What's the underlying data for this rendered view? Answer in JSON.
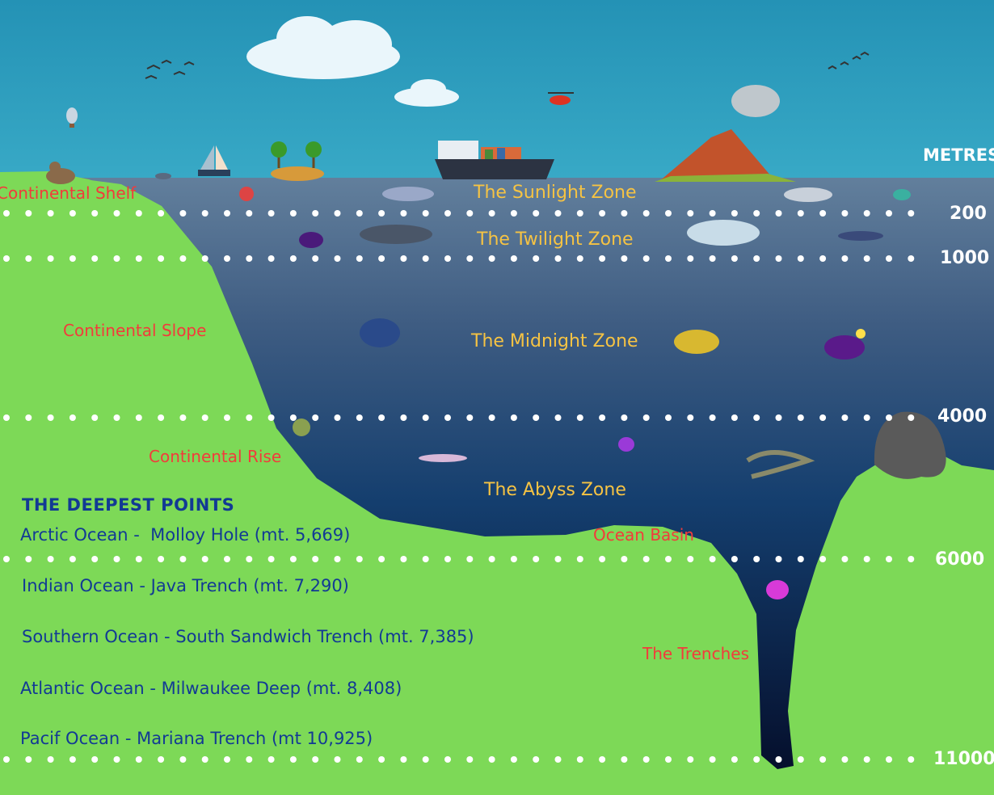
{
  "axis": {
    "unit_label": "METRES",
    "depths": [
      "200",
      "1000",
      "4000",
      "6000",
      "11000"
    ]
  },
  "zones": [
    {
      "name": "The Sunlight Zone"
    },
    {
      "name": "The Twilight Zone"
    },
    {
      "name": "The Midnight Zone"
    },
    {
      "name": "The Abyss Zone"
    }
  ],
  "landforms": [
    {
      "name": "Continental Shelf"
    },
    {
      "name": "Continental Slope"
    },
    {
      "name": "Continental Rise"
    },
    {
      "name": "Ocean Basin"
    },
    {
      "name": "The Trenches"
    }
  ],
  "deepest_points": {
    "title": "THE DEEPEST POINTS",
    "items": [
      "Arctic Ocean -  Molloy Hole (mt. 5,669)",
      "Indian Ocean - Java Trench (mt. 7,290)",
      "Southern Ocean - South Sandwich Trench (mt. 7,385)",
      "Atlantic Ocean - Milwaukee Deep (mt. 8,408)",
      "Pacif Ocean - Mariana Trench (mt 10,925)"
    ]
  },
  "colors": {
    "sky": "#2f9fc0",
    "land": "#7dd957",
    "zone_text": "#f6c343",
    "landform_text": "#f23b3b",
    "list_text": "#123a94",
    "ocean_top": "#5e7c9c",
    "ocean_bottom": "#061a40"
  }
}
